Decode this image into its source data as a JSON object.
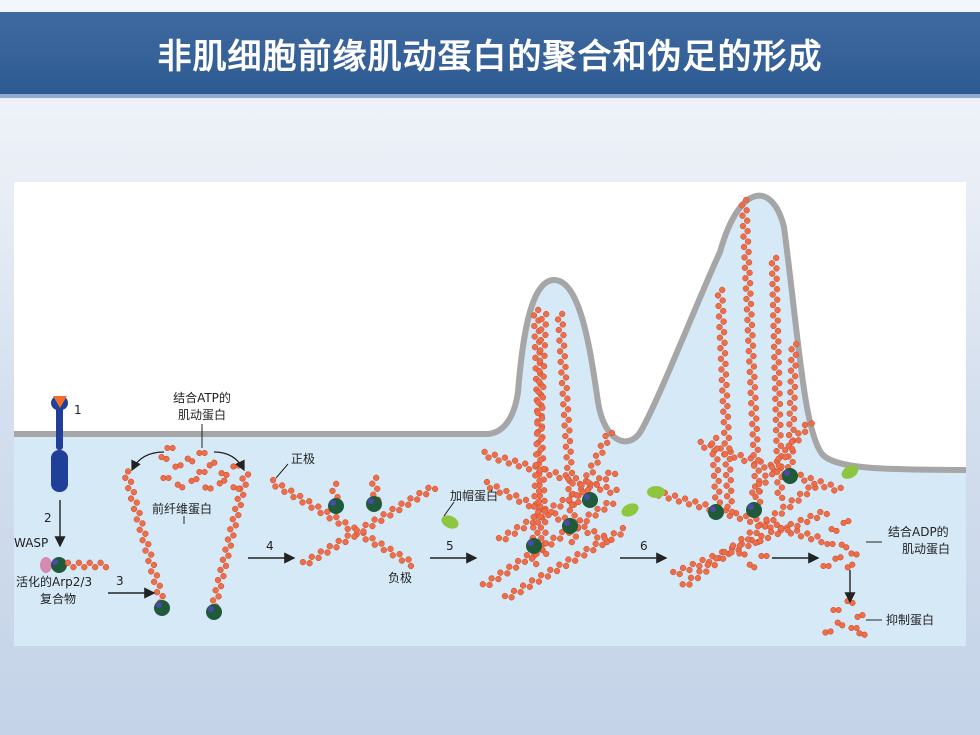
{
  "title": "非肌细胞前缘肌动蛋白的聚合和伪足的形成",
  "labels": {
    "atp_actin": [
      "结合ATP的",
      "肌动蛋白"
    ],
    "plus_end": "正极",
    "minus_end": "负极",
    "capping_protein": "加帽蛋白",
    "pre_filament": "前纤维蛋白",
    "wasp": "WASP",
    "arp_complex": [
      "活化的Arp2/3",
      "复合物"
    ],
    "adp_actin": [
      "结合ADP的",
      "肌动蛋白"
    ],
    "inhibitor": "抑制蛋白"
  },
  "steps": [
    "1",
    "2",
    "3",
    "4",
    "5",
    "6"
  ],
  "colors": {
    "title_bg": "#2e5a93",
    "cytoplasm": "#d6e9f7",
    "membrane": "#a6a6a6",
    "actin": "#ef6e4a",
    "arp": "#1f5a3a",
    "capping": "#8dc63f",
    "receptor": "#1f3f99"
  }
}
